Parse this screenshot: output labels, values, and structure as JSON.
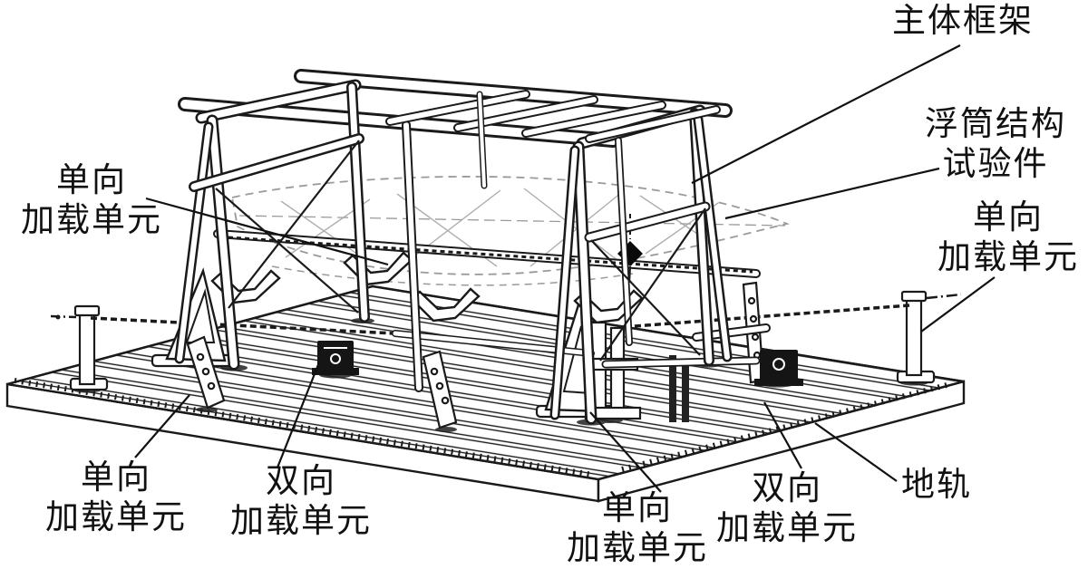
{
  "figure": {
    "type": "technical-line-diagram",
    "description_labels_language": "zh",
    "colors": {
      "ink": "#1a1a1a",
      "background": "#ffffff",
      "specimen_ghost": "#9a9a9a"
    },
    "labels": {
      "main_frame": {
        "text": "主体框架"
      },
      "specimen": {
        "line1": "浮筒结构",
        "line2": "试验件"
      },
      "uni_right": {
        "line1": "单向",
        "line2": "加载单元"
      },
      "uni_left_top": {
        "line1": "单向",
        "line2": "加载单元"
      },
      "uni_bottom_left": {
        "line1": "单向",
        "line2": "加载单元"
      },
      "bi_bottom_left": {
        "line1": "双向",
        "line2": "加载单元"
      },
      "uni_bottom_mid": {
        "line1": "单向",
        "line2": "加载单元"
      },
      "bi_bottom_mid": {
        "line1": "双向",
        "line2": "加载单元"
      },
      "ground_rail": {
        "text": "地轨"
      }
    }
  }
}
